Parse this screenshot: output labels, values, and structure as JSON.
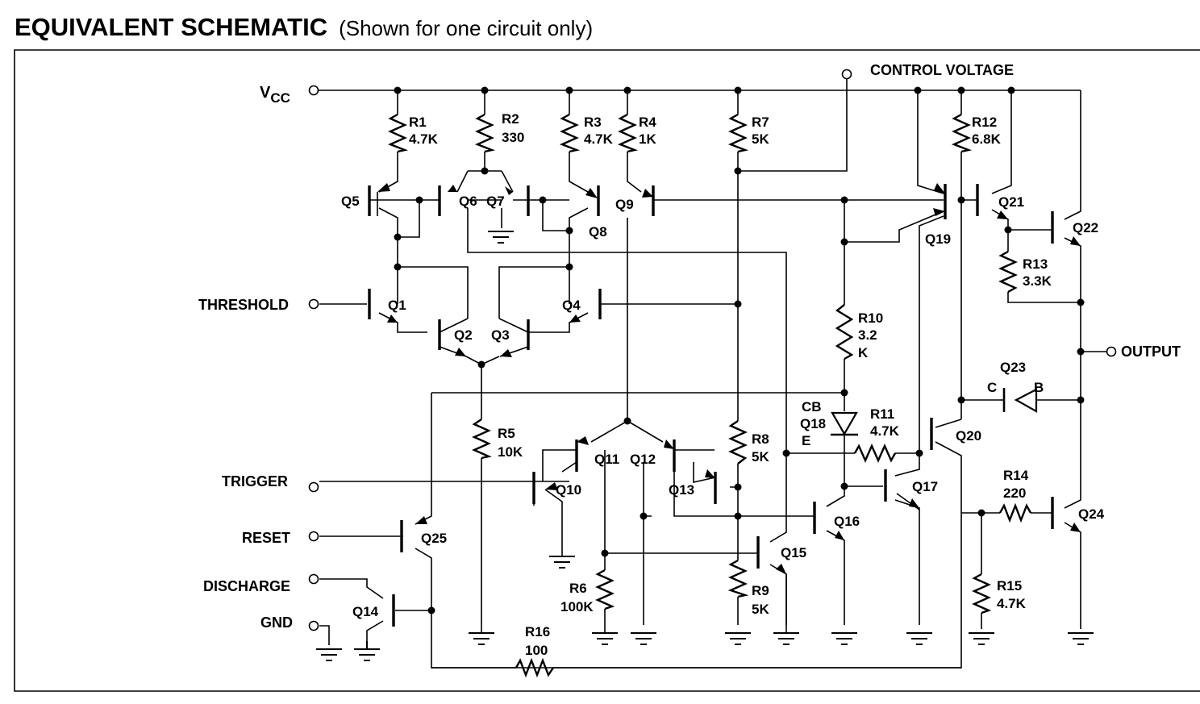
{
  "title": "EQUIVALENT SCHEMATIC",
  "subtitle": "(Shown for one circuit only)",
  "pins": {
    "vcc_main": "V",
    "vcc_sub": "CC",
    "control_voltage": "CONTROL VOLTAGE",
    "threshold": "THRESHOLD",
    "trigger": "TRIGGER",
    "reset": "RESET",
    "discharge": "DISCHARGE",
    "gnd": "GND",
    "output": "OUTPUT"
  },
  "resistors": {
    "r1": {
      "name": "R1",
      "value": "4.7K"
    },
    "r2": {
      "name": "R2",
      "value": "330"
    },
    "r3": {
      "name": "R3",
      "value": "4.7K"
    },
    "r4": {
      "name": "R4",
      "value": "1K"
    },
    "r5": {
      "name": "R5",
      "value": "10K"
    },
    "r6": {
      "name": "R6",
      "value": "100K"
    },
    "r7": {
      "name": "R7",
      "value": "5K"
    },
    "r8": {
      "name": "R8",
      "value": "5K"
    },
    "r9": {
      "name": "R9",
      "value": "5K"
    },
    "r10": {
      "name": "R10",
      "value_line1": "3.2",
      "value_line2": "K"
    },
    "r11": {
      "name": "R11",
      "value": "4.7K"
    },
    "r12": {
      "name": "R12",
      "value": "6.8K"
    },
    "r13": {
      "name": "R13",
      "value": "3.3K"
    },
    "r14": {
      "name": "R14",
      "value": "220"
    },
    "r15": {
      "name": "R15",
      "value": "4.7K"
    },
    "r16": {
      "name": "R16",
      "value": "100"
    }
  },
  "transistors": {
    "q1": "Q1",
    "q2": "Q2",
    "q3": "Q3",
    "q4": "Q4",
    "q5": "Q5",
    "q6": "Q6",
    "q7": "Q7",
    "q8": "Q8",
    "q9": "Q9",
    "q10": "Q10",
    "q11": "Q11",
    "q12": "Q12",
    "q13": "Q13",
    "q14": "Q14",
    "q15": "Q15",
    "q16": "Q16",
    "q17": "Q17",
    "q19": "Q19",
    "q20": "Q20",
    "q21": "Q21",
    "q22": "Q22",
    "q24": "Q24",
    "q25": "Q25"
  },
  "q18": {
    "cb": "CB",
    "name": "Q18",
    "e": "E"
  },
  "q23": {
    "name": "Q23",
    "c": "C",
    "b": "B"
  }
}
